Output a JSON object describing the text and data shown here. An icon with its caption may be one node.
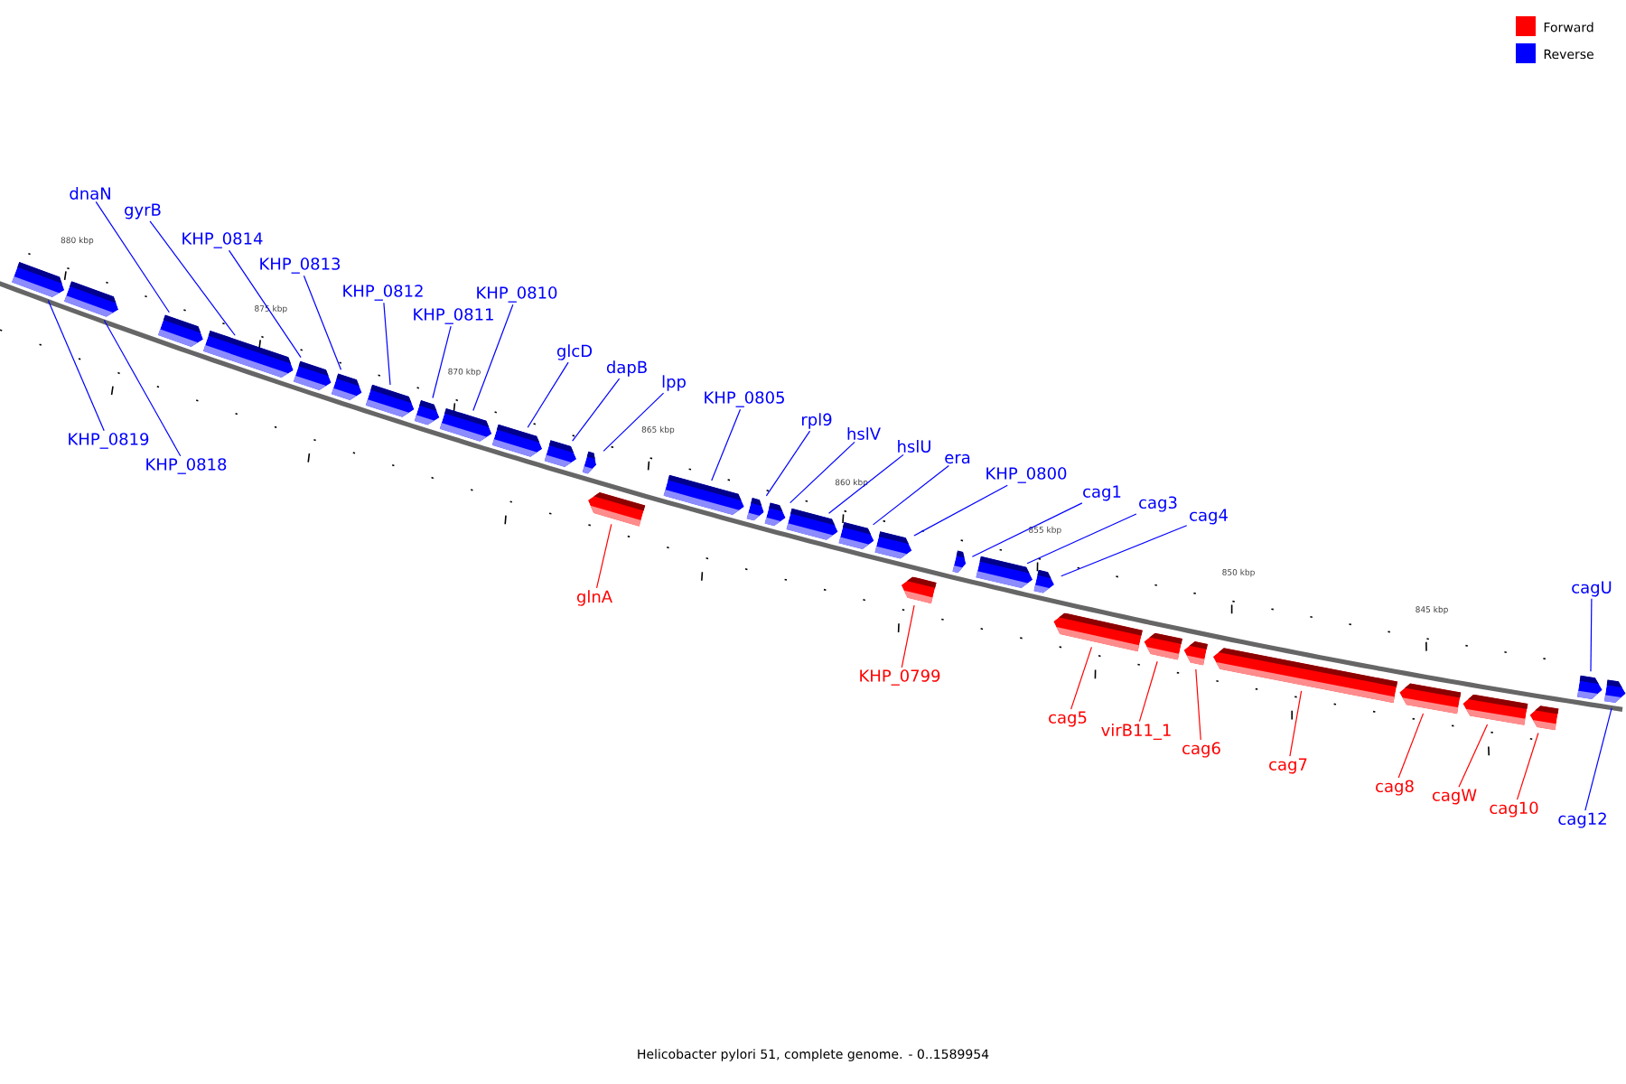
{
  "diagram": {
    "caption": "Helicobacter pylori 51, complete genome. - 0..1589954",
    "nodes": [
      {
        "text": [
          "KHP_0819"
        ]
      },
      {
        "text": [],
        "shape": "bar"
      },
      {
        "text": [
          "KHP_0818"
        ]
      },
      {
        "text": [],
        "shape": "bar"
      },
      {
        "text": [
          "dnaN"
        ]
      },
      {
        "text": [],
        "shape": "bar"
      },
      {
        "text": [
          "gyrB"
        ]
      },
      {
        "text": [],
        "shape": "bar"
      },
      {
        "text": [
          "KHP_0814"
        ]
      },
      {
        "text": [],
        "shape": "bar"
      },
      {
        "text": [
          "KHP_0813"
        ]
      },
      {
        "text": [],
        "shape": "bar"
      },
      {
        "text": [
          "KHP_0812"
        ]
      },
      {
        "text": [],
        "shape": "bar"
      },
      {
        "text": [
          "KHP_0811"
        ]
      },
      {
        "text": [],
        "shape": "bar"
      },
      {
        "text": [
          "KHP_0810"
        ]
      },
      {
        "text": [],
        "shape": "bar"
      },
      {
        "text": [
          "glcD"
        ]
      },
      {
        "text": [],
        "shape": "bar"
      },
      {
        "text": [
          "dapB"
        ]
      },
      {
        "text": [],
        "shape": "bar"
      },
      {
        "text": [
          "lpp"
        ]
      },
      {
        "text": [],
        "shape": "bar"
      },
      {
        "text": [
          "glnA"
        ]
      },
      {
        "text": [],
        "shape": "bar"
      },
      {
        "text": [
          "KHP_0805"
        ]
      },
      {
        "text": [],
        "shape": "bar"
      },
      {
        "text": [
          "rpl9"
        ]
      },
      {
        "text": [],
        "shape": "bar"
      },
      {
        "text": [
          "hslV"
        ]
      },
      {
        "text": [],
        "shape": "bar"
      },
      {
        "text": [
          "hslU"
        ]
      },
      {
        "text": [],
        "shape": "bar"
      },
      {
        "text": [
          "era"
        ]
      },
      {
        "text": [],
        "shape": "bar"
      },
      {
        "text": [
          "KHP_0800"
        ]
      },
      {
        "text": [],
        "shape": "bar"
      },
      {
        "text": [
          "KHP_0799"
        ]
      },
      {
        "text": [],
        "shape": "bar"
      },
      {
        "text": [
          "cag1"
        ]
      },
      {
        "text": [],
        "shape": "bar"
      },
      {
        "text": [
          "cag3"
        ]
      },
      {
        "text": [],
        "shape": "bar"
      },
      {
        "text": [
          "cag4"
        ]
      },
      {
        "text": [],
        "shape": "bar"
      },
      {
        "text": [
          "cag5"
        ]
      },
      {
        "text": [],
        "shape": "bar"
      },
      {
        "text": [
          "virB11_1"
        ]
      },
      {
        "text": [],
        "shape": "bar"
      },
      {
        "text": [
          "cag6"
        ]
      },
      {
        "text": [],
        "shape": "bar"
      },
      {
        "text": [
          "cag7"
        ]
      },
      {
        "text": [],
        "shape": "bar"
      },
      {
        "text": [
          "cag8"
        ]
      },
      {
        "text": [],
        "shape": "bar"
      },
      {
        "text": [
          "cagW"
        ]
      },
      {
        "text": [],
        "shape": "bar"
      },
      {
        "text": [
          "cag10"
        ]
      },
      {
        "text": [],
        "shape": "bar"
      },
      {
        "text": [
          "cagU"
        ]
      },
      {
        "text": [],
        "shape": "bar"
      },
      {
        "text": [
          "cag12"
        ]
      },
      {
        "text": [],
        "shape": "bar"
      }
    ],
    "edges": [
      {
        "from": 0,
        "to": 1,
        "arrow": "none"
      },
      {
        "from": 2,
        "to": 3,
        "arrow": "none"
      },
      {
        "from": 4,
        "to": 5,
        "arrow": "none"
      },
      {
        "from": 6,
        "to": 7,
        "arrow": "none"
      },
      {
        "from": 8,
        "to": 9,
        "arrow": "none"
      },
      {
        "from": 10,
        "to": 11,
        "arrow": "none"
      },
      {
        "from": 12,
        "to": 13,
        "arrow": "none"
      },
      {
        "from": 14,
        "to": 15,
        "arrow": "none"
      },
      {
        "from": 16,
        "to": 17,
        "arrow": "none"
      },
      {
        "from": 18,
        "to": 19,
        "arrow": "none"
      },
      {
        "from": 20,
        "to": 21,
        "arrow": "none"
      },
      {
        "from": 22,
        "to": 23,
        "arrow": "none"
      },
      {
        "from": 24,
        "to": 25,
        "arrow": "none",
        "color": "#ff0000"
      },
      {
        "from": 26,
        "to": 27,
        "arrow": "none"
      },
      {
        "from": 28,
        "to": 29,
        "arrow": "none"
      },
      {
        "from": 30,
        "to": 31,
        "arrow": "none"
      },
      {
        "from": 32,
        "to": 33,
        "arrow": "none"
      },
      {
        "from": 34,
        "to": 35,
        "arrow": "none"
      },
      {
        "from": 36,
        "to": 37,
        "arrow": "none"
      },
      {
        "from": 38,
        "to": 39,
        "arrow": "none",
        "color": "#ff0000"
      },
      {
        "from": 40,
        "to": 41,
        "arrow": "none"
      },
      {
        "from": 42,
        "to": 43,
        "arrow": "none"
      },
      {
        "from": 44,
        "to": 45,
        "arrow": "none"
      },
      {
        "from": 46,
        "to": 47,
        "arrow": "none",
        "color": "#ff0000"
      },
      {
        "from": 48,
        "to": 49,
        "arrow": "none",
        "color": "#ff0000"
      },
      {
        "from": 50,
        "to": 51,
        "arrow": "none",
        "color": "#ff0000"
      },
      {
        "from": 52,
        "to": 53,
        "arrow": "none",
        "color": "#ff0000"
      },
      {
        "from": 54,
        "to": 55,
        "arrow": "none",
        "color": "#ff0000"
      },
      {
        "from": 56,
        "to": 57,
        "arrow": "none",
        "color": "#ff0000"
      },
      {
        "from": 58,
        "to": 59,
        "arrow": "none",
        "color": "#ff0000"
      },
      {
        "from": 60,
        "to": 61,
        "arrow": "none"
      },
      {
        "from": 62,
        "to": 63,
        "arrow": "none"
      }
    ],
    "labels": [
      "880 kbp",
      "875 kbp",
      "870 kbp",
      "865 kbp",
      "860 kbp",
      "855 kbp",
      "850 kbp",
      "845 kbp"
    ],
    "legend": [
      {
        "text": "Forward",
        "color": "#ff0000"
      },
      {
        "text": "Reverse",
        "color": "#0000ff"
      }
    ]
  }
}
